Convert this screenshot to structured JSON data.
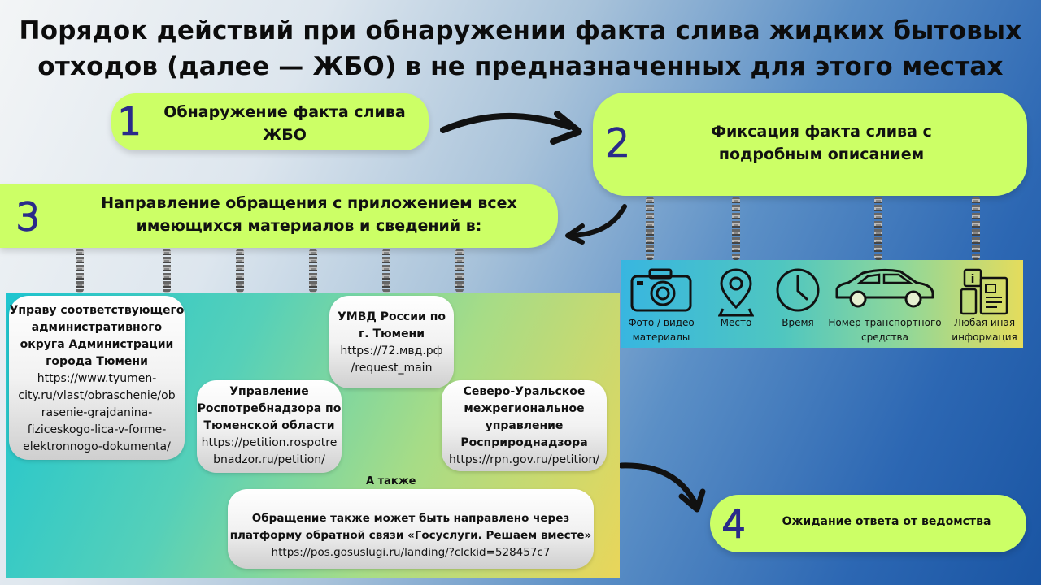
{
  "title": {
    "line1": "Порядок действий при обнаружении факта слива жидких бытовых",
    "line2": "отходов (далее — ЖБО) в не предназначенных для этого местах"
  },
  "steps": [
    {
      "number": "1",
      "line1": "Обнаружение факта слива",
      "line2": "ЖБО"
    },
    {
      "number": "2",
      "line1": "Фиксация факта слива с",
      "line2": "подробным описанием"
    },
    {
      "number": "3",
      "line1": "Направление обращения с приложением всех",
      "line2": "имеющихся материалов и сведений в:"
    },
    {
      "number": "4",
      "line1": "Ожидание ответа от ведомства"
    }
  ],
  "evidence": [
    {
      "icon": "camera-icon",
      "label1": "Фото / видео",
      "label2": "материалы"
    },
    {
      "icon": "location-pin-icon",
      "label1": "Место",
      "label2": ""
    },
    {
      "icon": "clock-icon",
      "label1": "Время",
      "label2": ""
    },
    {
      "icon": "car-icon",
      "label1": "Номер транспортного",
      "label2": "средства"
    },
    {
      "icon": "info-documents-icon",
      "label1": "Любая иная",
      "label2": "информация"
    }
  ],
  "agencies": {
    "admin": {
      "l1": "Управу соответствующего",
      "l2": "административного",
      "l3": "округа Администрации",
      "l4": "города Тюмени",
      "u1": "https://www.tyumen-",
      "u2": "city.ru/vlast/obraschenie/ob",
      "u3": "rasenie-grajdanina-",
      "u4": "fiziceskogo-lica-v-forme-",
      "u5": "elektronnogo-dokumenta/"
    },
    "umvd": {
      "l1": "УМВД России по",
      "l2": "г. Тюмени",
      "u1": "https://72.мвд.рф",
      "u2": "/request_main"
    },
    "rospotreb": {
      "l1": "Управление",
      "l2": "Роспотребнадзора по",
      "l3": "Тюменской области",
      "u1": "https://petition.rospotre",
      "u2": "bnadzor.ru/petition/"
    },
    "rosprirod": {
      "l1": "Северо-Уральское",
      "l2": "межрегиональное",
      "l3": "управление",
      "l4": "Росприроднадзора",
      "u1": "https://rpn.gov.ru/petition/"
    },
    "also_label": "А также",
    "gosuslugi": {
      "l1": "Обращение также может быть направлено через",
      "l2": "платформу обратной связи «Госуслуги. Решаем вместе»",
      "u1": "https://pos.gosuslugi.ru/landing/?clckid=528457c7"
    }
  },
  "colors": {
    "pill": "#ccff66",
    "number_stroke": "#2a2a8a",
    "background_right": "#1a55a3"
  }
}
